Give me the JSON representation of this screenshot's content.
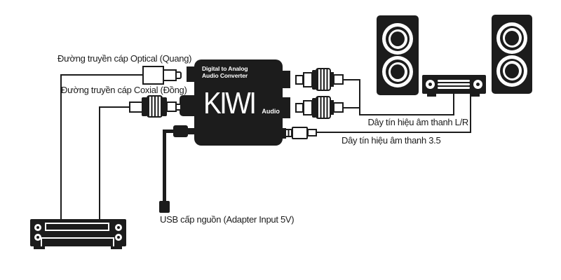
{
  "colors": {
    "ink": "#1c1c1c",
    "background": "#ffffff"
  },
  "converter": {
    "title_line1": "Digital to Analog",
    "title_line2": "Audio Converter",
    "brand": "KIWI",
    "brand_suffix": "Audio"
  },
  "cable_labels": {
    "optical": "Đường truyền cáp Optical (Quang)",
    "coaxial": "Đường truyền cáp Coxial (Đồng)",
    "audio_lr": "Dây tín hiệu âm thanh L/R",
    "audio_35": "Dây tín hiệu âm thanh 3.5",
    "usb_power": "USB cấp nguồn (Adapter Input 5V)"
  }
}
